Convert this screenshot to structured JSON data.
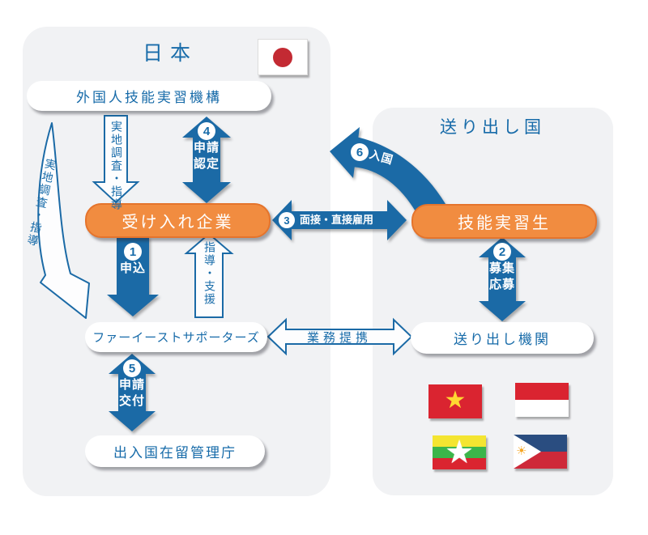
{
  "colors": {
    "panel_bg": "#f1f2f4",
    "arrow_blue": "#1b6aa6",
    "text_blue": "#176ba9",
    "pill_orange": "#f18c40",
    "japan_flag_red": "#c32a33"
  },
  "japan": {
    "title": "日本",
    "otit": "外国人技能実習機構",
    "company": "受け入れ企業",
    "supporter": "ファーイーストサポーターズ",
    "immigration": "出入国在留管理庁"
  },
  "sending": {
    "title": "送り出し国",
    "trainee": "技能実習生",
    "org": "送り出し機関",
    "flags": [
      "Vietnam",
      "Indonesia",
      "Myanmar",
      "Philippines"
    ]
  },
  "arrows": {
    "onsite_straight": {
      "label": "実地調査・指導"
    },
    "onsite_curved": {
      "label": "実地調査・指導"
    },
    "step1": {
      "num": "1",
      "label": "申込"
    },
    "step2": {
      "num": "2",
      "line1": "募集",
      "line2": "応募"
    },
    "step3": {
      "num": "3",
      "label": "面接・直接雇用"
    },
    "step4": {
      "num": "4",
      "line1": "申請",
      "line2": "認定"
    },
    "step5": {
      "num": "5",
      "line1": "申請",
      "line2": "交付"
    },
    "step6": {
      "num": "6",
      "label": "入国"
    },
    "guidance": {
      "label": "指導・支援"
    },
    "partnership": {
      "label": "業務提携"
    }
  }
}
